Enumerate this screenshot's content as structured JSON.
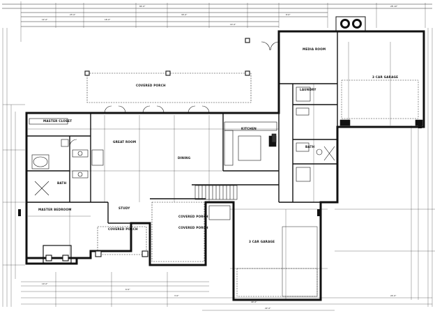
{
  "rooms": {
    "great_room": {
      "name": "GREAT ROOM"
    },
    "dining": {
      "name": "DINING"
    },
    "kitchen": {
      "name": "KITCHEN"
    },
    "covered_porch_top": {
      "name": "COVERED PORCH"
    },
    "covered_porch_mid1": {
      "name": "COVERED PORCH"
    },
    "covered_porch_mid2": {
      "name": "COVERED PORCH"
    },
    "covered_porch_left": {
      "name": "COVERED PORCH"
    },
    "master_closet": {
      "name": "MASTER CLOSET"
    },
    "master_bedroom": {
      "name": "MASTER BEDROOM"
    },
    "bath": {
      "name": "BATH"
    },
    "media_room": {
      "name": "MEDIA ROOM"
    },
    "garage_3car_right": {
      "name": "3 CAR GARAGE"
    },
    "garage_3car_bottom": {
      "name": "3 CAR GARAGE"
    },
    "laundry": {
      "name": "LAUNDRY"
    },
    "bath_right": {
      "name": "BATH"
    },
    "study": {
      "name": "STUDY"
    }
  },
  "dimensions": {
    "overall_top": "84'-0\"",
    "right_top": "28'-10\"",
    "d1": "23'-0\"",
    "d2": "8'-0\"",
    "d3": "12'-0\"",
    "d4": "16'-0\"",
    "d5": "14'-0\"",
    "d6": "10'-0\"",
    "d7": "6'-0\"",
    "d8": "30'-0\"",
    "d9": "24'-0\"",
    "d10": "40'-0\"",
    "d11": "22'-0\"",
    "d12": "3'-0\""
  },
  "colors": {
    "line": "#111111",
    "background": "#ffffff"
  }
}
